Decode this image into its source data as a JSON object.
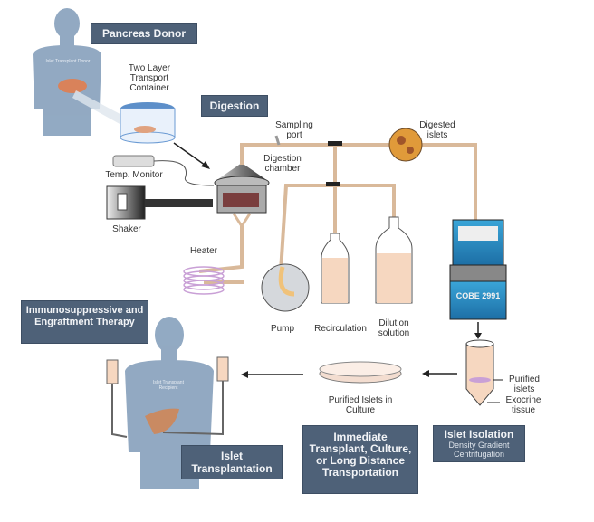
{
  "title_boxes": {
    "pancreas_donor": "Pancreas Donor",
    "digestion": "Digestion",
    "immunosuppressive": "Immunosuppressive and Engraftment Therapy",
    "islet_transplantation": "Islet Transplantation",
    "immediate_transplant": "Immediate Transplant, Culture, or Long Distance Transportation",
    "islet_isolation": "Islet Isolation",
    "islet_isolation_sub": "Density Gradient Centrifugation"
  },
  "labels": {
    "two_layer_container": "Two Layer Transport Container",
    "temp_monitor": "Temp. Monitor",
    "shaker": "Shaker",
    "sampling_port": "Sampling port",
    "digestion_chamber": "Digestion chamber",
    "digested_islets": "Digested islets",
    "heater": "Heater",
    "pump": "Pump",
    "recirculation": "Recirculation",
    "dilution_solution": "Dilution solution",
    "cobe": "COBE 2991",
    "purified_islets": "Purified islets",
    "exocrine_tissue": "Exocrine tissue",
    "purified_islets_culture": "Purified Islets in Culture",
    "donor_body": "Islet Transplant Donor",
    "recipient_body": "Islet Transplant Recipient"
  },
  "colors": {
    "box_bg": "#4e6178",
    "body_silhouette": "#7f9bb8",
    "tubing": "#d9b99a",
    "cobe_blue": "#3aa5d8"
  }
}
